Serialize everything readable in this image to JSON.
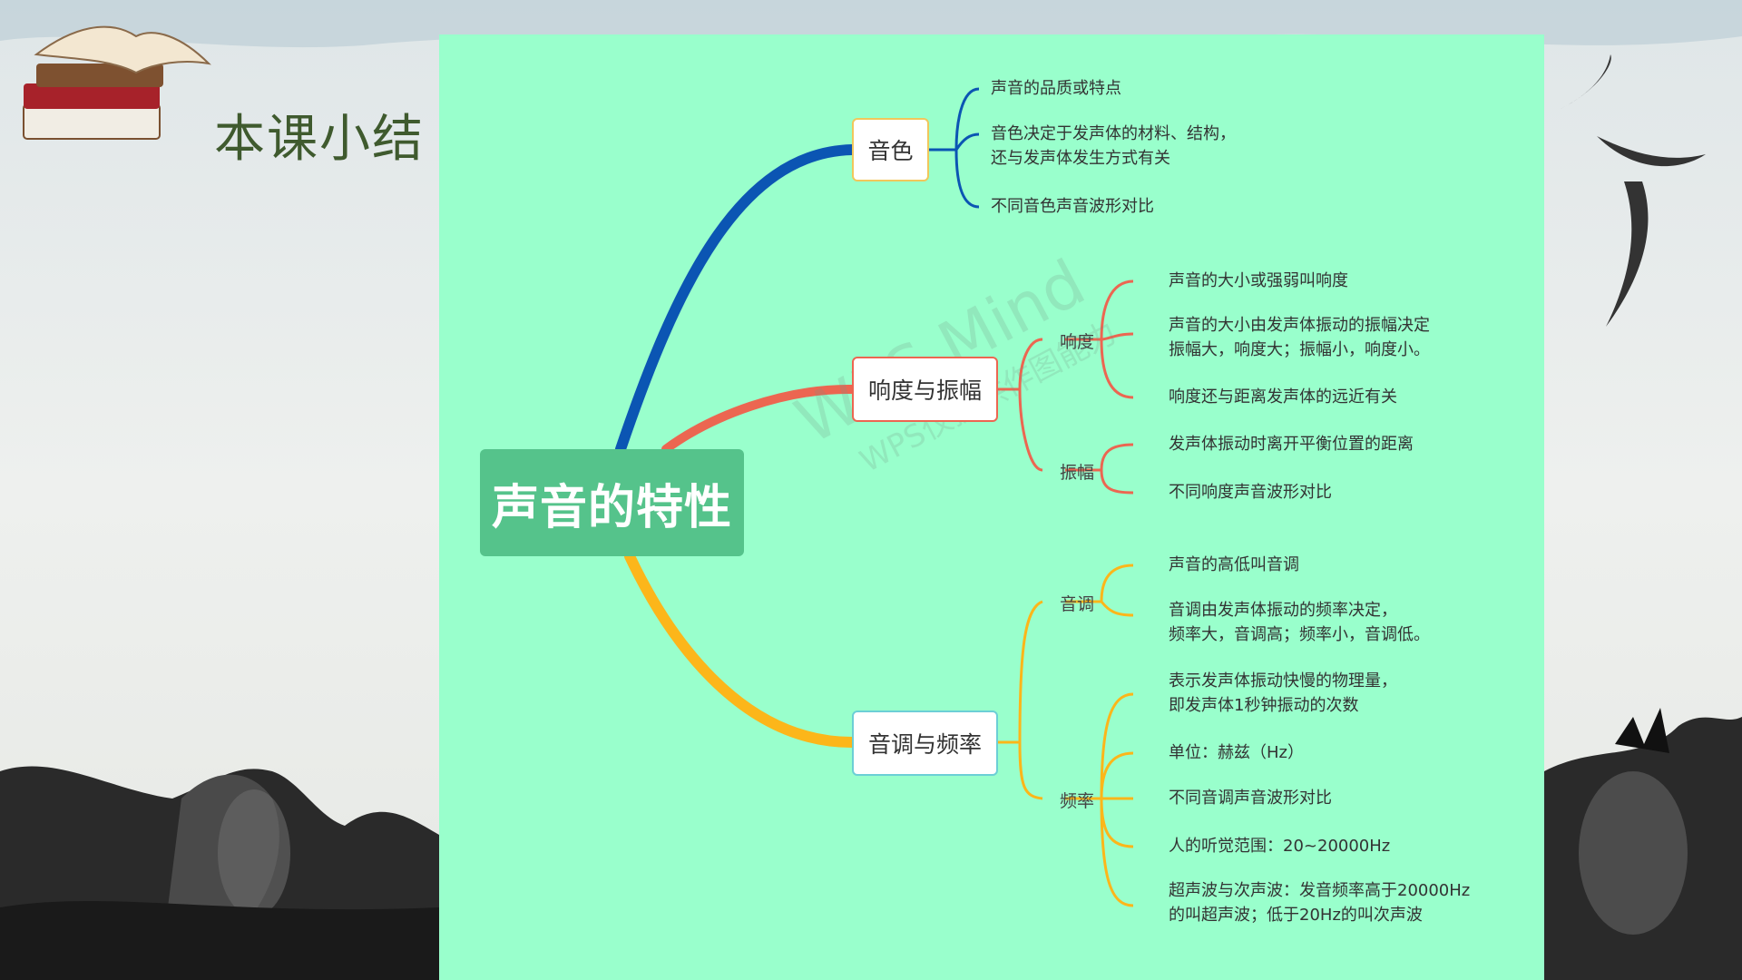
{
  "slide": {
    "title": "本课小结"
  },
  "mindmap": {
    "root": "声音的特性",
    "watermark": {
      "brand": "WPS Mind",
      "note": "WPS仅提供作图能力"
    },
    "colors": {
      "blue": "#0b55b3",
      "red": "#ec6651",
      "orange": "#fcb61a",
      "rootFill": "#55c38b",
      "panel": "#99ffcc"
    },
    "branches": [
      {
        "label": "音色",
        "leaves": [
          "声音的品质或特点",
          "音色决定于发声体的材料、结构，\n还与发声体发生方式有关",
          "不同音色声音波形对比"
        ]
      },
      {
        "label": "响度与振幅",
        "subs": [
          {
            "label": "响度",
            "leaves": [
              "声音的大小或强弱叫响度",
              "声音的大小由发声体振动的振幅决定\n振幅大，响度大；振幅小，响度小。",
              "响度还与距离发声体的远近有关"
            ]
          },
          {
            "label": "振幅",
            "leaves": [
              "发声体振动时离开平衡位置的距离",
              "不同响度声音波形对比"
            ]
          }
        ]
      },
      {
        "label": "音调与频率",
        "subs": [
          {
            "label": "音调",
            "leaves": [
              "声音的高低叫音调",
              "音调由发声体振动的频率决定，\n频率大，音调高；频率小，音调低。"
            ]
          },
          {
            "label": "频率",
            "leaves": [
              "表示发声体振动快慢的物理量，\n即发声体1秒钟振动的次数",
              "单位：赫兹（Hz）",
              "不同音调声音波形对比",
              "人的听觉范围：20~20000Hz",
              "超声波与次声波：发音频率高于20000Hz\n的叫超声波；低于20Hz的叫次声波"
            ]
          }
        ]
      }
    ]
  }
}
